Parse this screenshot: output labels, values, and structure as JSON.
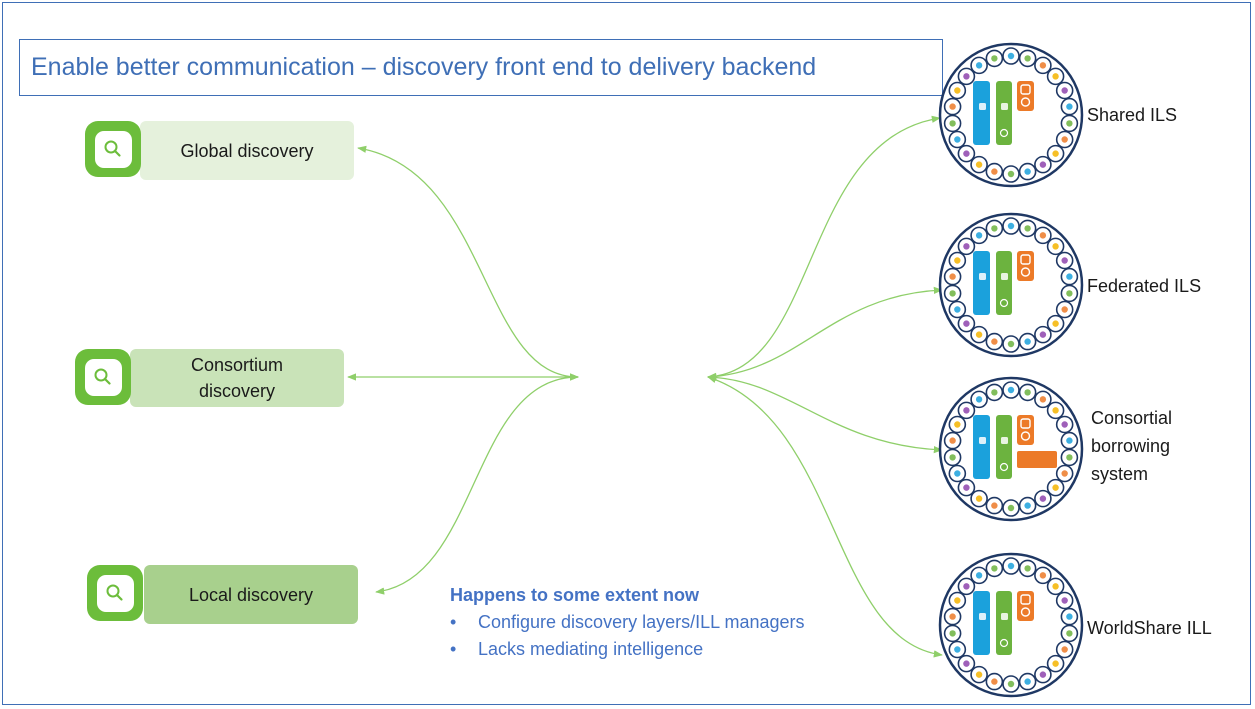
{
  "title": "Enable better communication – discovery front end to delivery backend",
  "discovery_layers": [
    {
      "id": "global",
      "label": "Global discovery",
      "color": "#e5f1dc"
    },
    {
      "id": "consortium",
      "label": "Consortium\ndiscovery",
      "color": "#c9e3b8"
    },
    {
      "id": "local",
      "label": "Local discovery",
      "color": "#a8d08d"
    }
  ],
  "systems": [
    {
      "id": "shared-ils",
      "label": "Shared ILS"
    },
    {
      "id": "federated-ils",
      "label": "Federated ILS"
    },
    {
      "id": "consortial-borrowing",
      "label": "Consortial\nborrowing\nsystem"
    },
    {
      "id": "worldshare-ill",
      "label": "WorldShare ILL"
    }
  ],
  "note": {
    "heading": "Happens to some extent now",
    "bullets": [
      "Configure discovery layers/ILL managers",
      "Lacks mediating intelligence"
    ]
  },
  "colors": {
    "accent_blue": "#3f6fb6",
    "green": "#6cbd3b",
    "arrow_green": "#8fcf6a",
    "note_blue": "#4472c4",
    "module_blue": "#1ba1dc",
    "module_green": "#6cb33f",
    "module_orange": "#ec7a28",
    "ring_navy": "#1f3864"
  },
  "icons": {
    "search": "magnifier-icon",
    "platform": "platform-circle-icon"
  }
}
